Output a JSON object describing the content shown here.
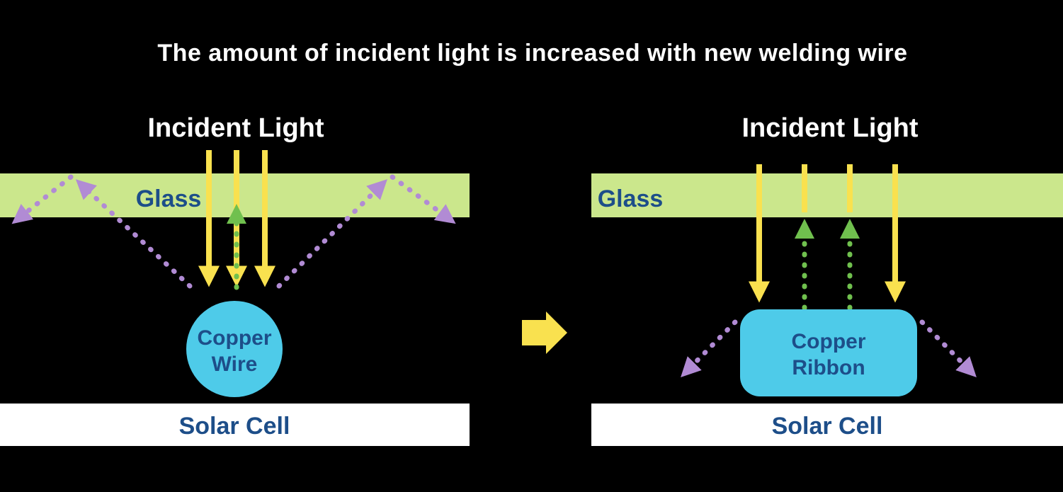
{
  "title": "The amount of incident light is increased with new welding wire",
  "left_panel": {
    "incident_light_label": "Incident Light",
    "glass_label": "Glass",
    "copper_label_line1": "Copper",
    "copper_label_line2": "Wire",
    "solar_cell_label": "Solar Cell"
  },
  "right_panel": {
    "incident_light_label": "Incident Light",
    "glass_label": "Glass",
    "copper_label_line1": "Copper",
    "copper_label_line2": "Ribbon",
    "solar_cell_label": "Solar Cell"
  },
  "colors": {
    "background": "#000000",
    "title_text": "#ffffff",
    "glass_fill": "#cbe78c",
    "incident_yellow": "#f9e14f",
    "reflected_green": "#70c04e",
    "scattered_purple": "#b18bd4",
    "copper_cyan": "#4ecbe9",
    "solar_cell_fill": "#ffffff",
    "label_navy": "#1d4e89",
    "transition_arrow_yellow": "#f9e14f"
  }
}
